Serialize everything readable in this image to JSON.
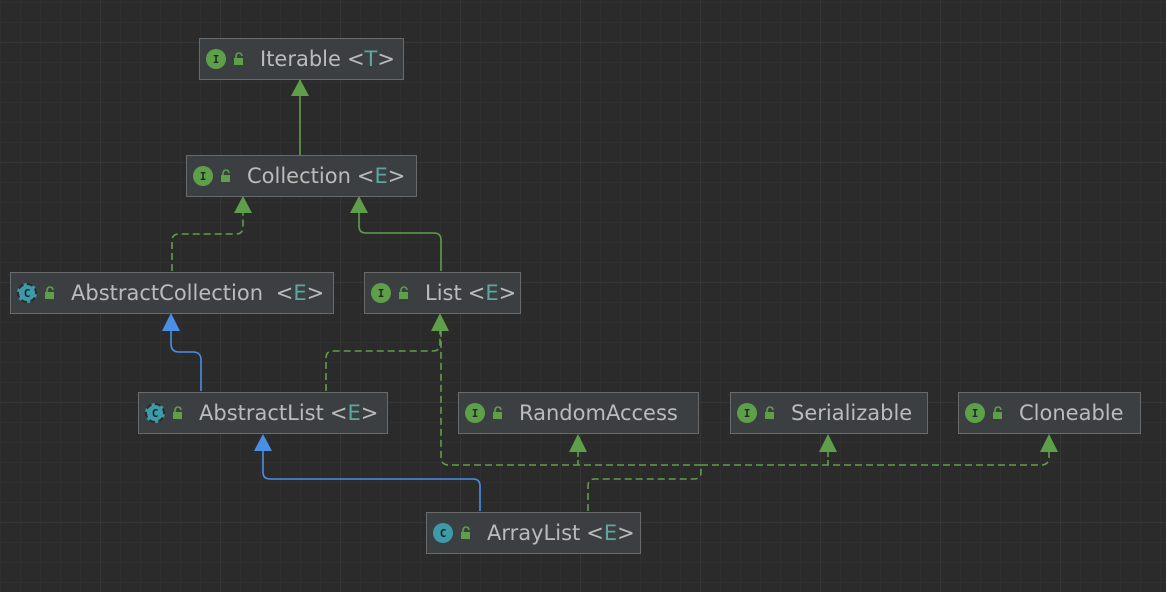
{
  "nodes": {
    "iterable": {
      "kind": "I",
      "name": "Iterable",
      "type_param": "T"
    },
    "collection": {
      "kind": "I",
      "name": "Collection",
      "type_param": "E"
    },
    "abstract_collection": {
      "kind": "C",
      "name": "AbstractCollection ",
      "type_param": "E"
    },
    "list": {
      "kind": "I",
      "name": "List",
      "type_param": "E"
    },
    "abstract_list": {
      "kind": "C",
      "name": "AbstractList",
      "type_param": "E"
    },
    "random_access": {
      "kind": "I",
      "name": "RandomAccess",
      "type_param": ""
    },
    "serializable": {
      "kind": "I",
      "name": "Serializable",
      "type_param": ""
    },
    "cloneable": {
      "kind": "I",
      "name": "Cloneable",
      "type_param": ""
    },
    "array_list": {
      "kind": "C",
      "name": "ArrayList",
      "type_param": "E"
    }
  },
  "edges": [
    {
      "from": "collection",
      "to": "iterable",
      "relation": "extends"
    },
    {
      "from": "abstract_collection",
      "to": "collection",
      "relation": "implements"
    },
    {
      "from": "list",
      "to": "collection",
      "relation": "extends"
    },
    {
      "from": "abstract_list",
      "to": "abstract_collection",
      "relation": "extends-class"
    },
    {
      "from": "abstract_list",
      "to": "list",
      "relation": "implements"
    },
    {
      "from": "array_list",
      "to": "abstract_list",
      "relation": "extends-class"
    },
    {
      "from": "array_list",
      "to": "list",
      "relation": "implements"
    },
    {
      "from": "array_list",
      "to": "random_access",
      "relation": "implements"
    },
    {
      "from": "array_list",
      "to": "serializable",
      "relation": "implements"
    },
    {
      "from": "array_list",
      "to": "cloneable",
      "relation": "implements"
    }
  ],
  "colors": {
    "interface_edge": "#5e9f4a",
    "class_edge": "#4a8fe6",
    "node_bg": "#3c3f41",
    "canvas_bg": "#2b2b2b"
  }
}
